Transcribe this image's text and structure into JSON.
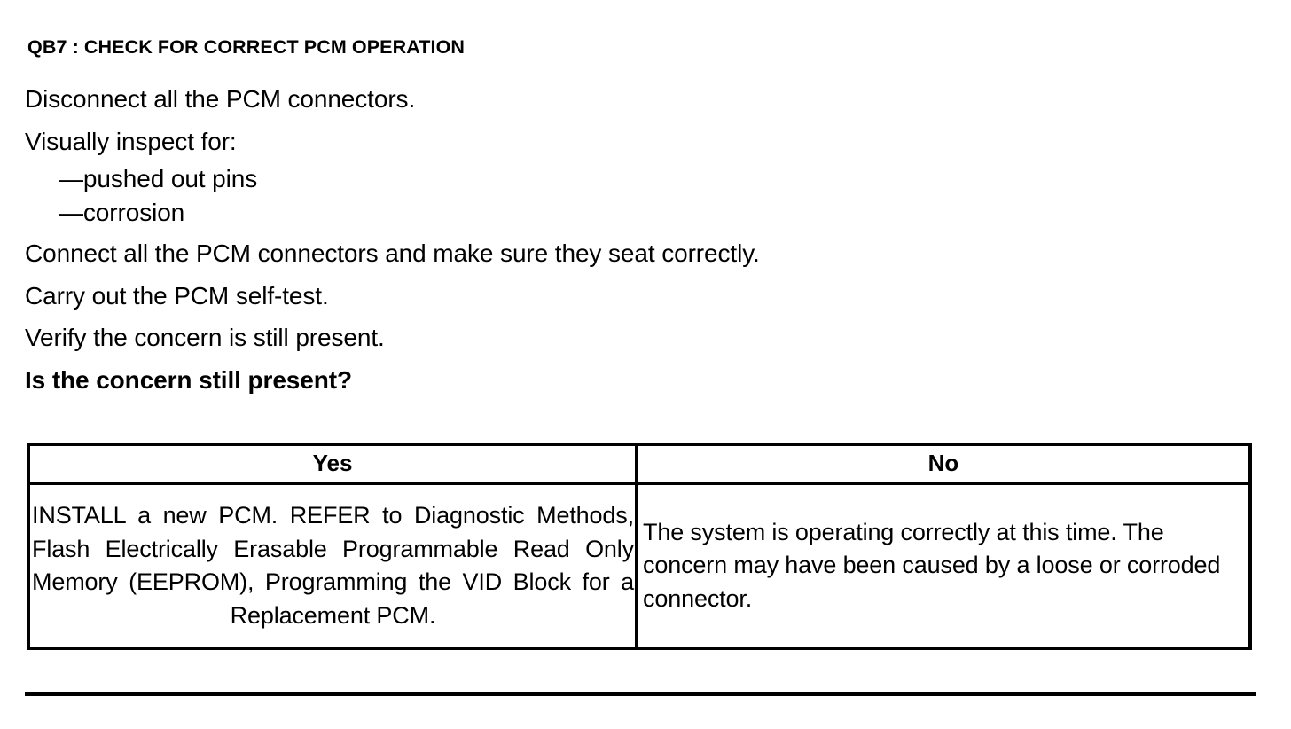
{
  "document": {
    "step_title": "QB7 : CHECK FOR CORRECT PCM OPERATION",
    "instructions": [
      "Disconnect all the PCM connectors.",
      "Visually inspect for:"
    ],
    "sub_items": [
      "—pushed out pins",
      "—corrosion"
    ],
    "instructions_cont": [
      "Connect all the PCM connectors and make sure they seat correctly.",
      "Carry out the PCM self-test.",
      "Verify the concern is still present."
    ],
    "question": "Is the concern still present?"
  },
  "decision_table": {
    "headers": {
      "yes": "Yes",
      "no": "No"
    },
    "cells": {
      "yes": "INSTALL a new PCM. REFER to Diagnostic Methods, Flash Electrically Erasable Programmable Read Only Memory (EEPROM), Programming the VID Block for a Replacement PCM.",
      "no": "The system is operating correctly at this time. The concern may have been caused by a loose or corroded connector."
    }
  },
  "colors": {
    "text": "#000000",
    "background": "#ffffff",
    "rule": "#000000"
  }
}
